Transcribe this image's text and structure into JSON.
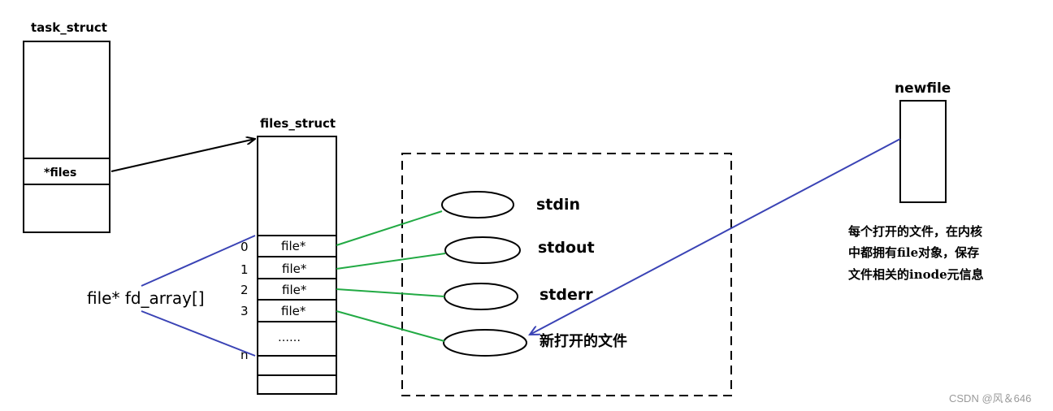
{
  "task_struct": {
    "title": "task_struct",
    "files_field": "*files"
  },
  "files_struct": {
    "title": "files_struct",
    "slots": [
      {
        "index": "0",
        "label": "file*"
      },
      {
        "index": "1",
        "label": "file*"
      },
      {
        "index": "2",
        "label": "file*"
      },
      {
        "index": "3",
        "label": "file*"
      },
      {
        "index": "",
        "label": "……"
      },
      {
        "index": "n",
        "label": ""
      }
    ]
  },
  "fd_array_label": "file* fd_array[]",
  "open_files": [
    "stdin",
    "stdout",
    "stderr",
    "新打开的文件"
  ],
  "newfile": {
    "title": "newfile",
    "note_lines": [
      "每个打开的文件，在内核",
      "中都拥有file对象，保存",
      "文件相关的inode元信息"
    ]
  },
  "watermark": "CSDN @风＆646",
  "colors": {
    "green": "#22aa44",
    "blue": "#3a43b5",
    "black": "#000000"
  }
}
